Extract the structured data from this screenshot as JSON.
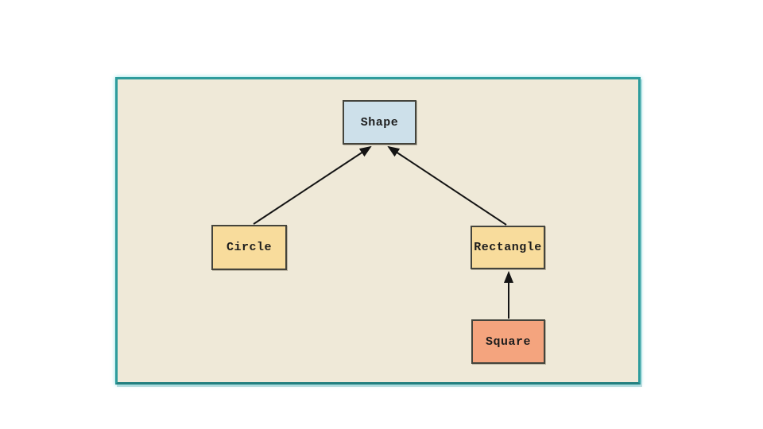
{
  "diagram": {
    "type": "class-hierarchy",
    "nodes": [
      {
        "id": "shape",
        "label": "Shape",
        "fill": "#cde0ea"
      },
      {
        "id": "circle",
        "label": "Circle",
        "fill": "#f8dc9c"
      },
      {
        "id": "rectangle",
        "label": "Rectangle",
        "fill": "#f8dc9c"
      },
      {
        "id": "square",
        "label": "Square",
        "fill": "#f4a47e"
      }
    ],
    "edges": [
      {
        "from": "Circle",
        "to": "Shape",
        "style": "solid-line-filled-arrowhead"
      },
      {
        "from": "Rectangle",
        "to": "Shape",
        "style": "solid-line-filled-arrowhead"
      },
      {
        "from": "Square",
        "to": "Rectangle",
        "style": "solid-line-filled-arrowhead"
      }
    ],
    "colors": {
      "frame_border": "#2e9c9c",
      "panel_background": "#efe9d8",
      "node_border": "#44443c",
      "arrow": "#141414",
      "page_background": "#ffffff"
    }
  }
}
